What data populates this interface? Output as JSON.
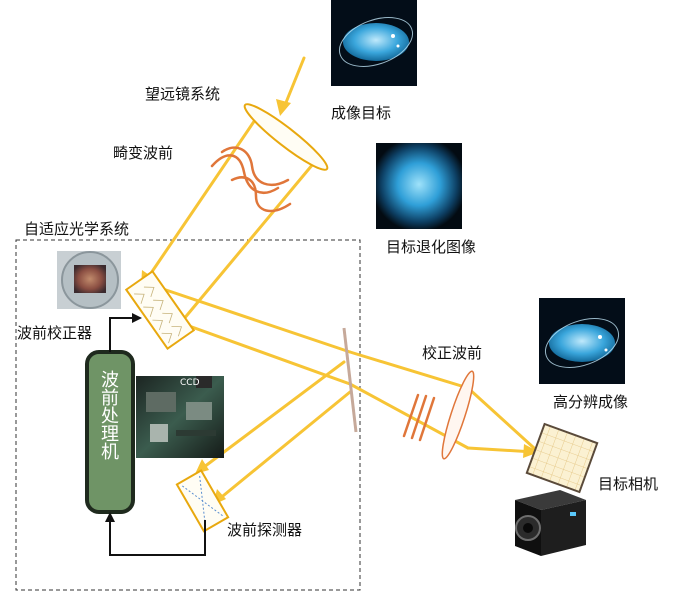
{
  "labels": {
    "telescope": "望远镜系统",
    "imaging_target": "成像目标",
    "distorted_wavefront": "畸变波前",
    "target_degraded_image": "目标退化图像",
    "ao_system": "自适应光学系统",
    "wavefront_corrector": "波前校正器",
    "corrected_wavefront": "校正波前",
    "high_res_imaging": "高分辨成像",
    "target_camera": "目标相机",
    "wavefront_processor": "波前处理机",
    "wavefront_sensor": "波前探测器",
    "ccd_tag": "CCD"
  },
  "colors": {
    "beam": "#f7c435",
    "beam_dark": "#e8a80e",
    "wavefront": "#e0763a",
    "processor_fill": "#6f9466",
    "processor_stroke": "#1f2a1e",
    "planet_blue": "#2aa2d6",
    "arrow": "#111111"
  },
  "icons": {
    "telescope_lens": "lens-icon",
    "corrector_mirror": "deformable-mirror-icon",
    "sensor": "wavefront-sensor-icon",
    "camera": "camera-icon"
  }
}
